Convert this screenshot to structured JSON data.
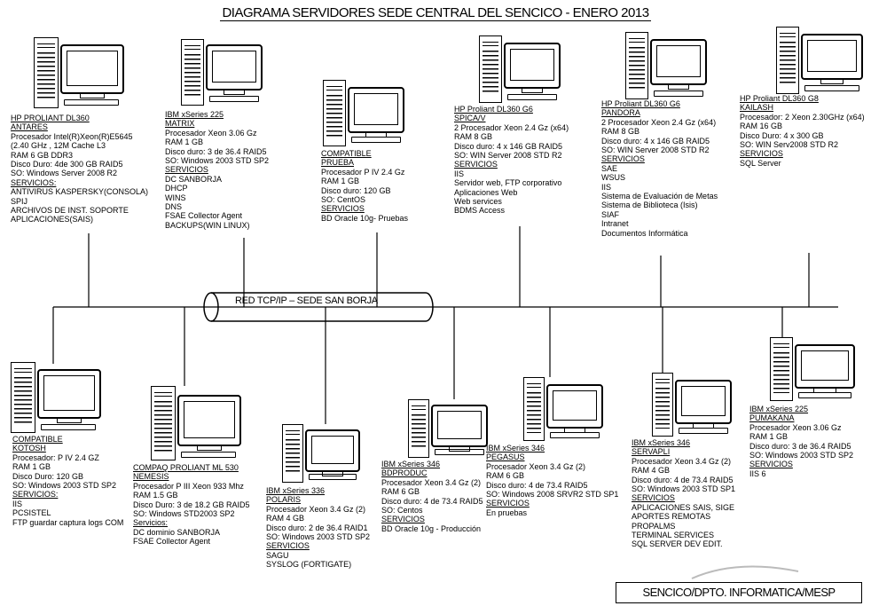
{
  "title": "DIAGRAMA SERVIDORES  SEDE CENTRAL DEL SENCICO    - ENERO 2013",
  "network_label": "RED TCP/IP – SEDE SAN BORJA",
  "footer": "SENCICO/DPTO. INFORMATICA/MESP",
  "servers": [
    {
      "id": "antares",
      "model": "HP PROLIANT DL360",
      "name": "ANTARES",
      "specs": [
        "Procesador Intel(R)Xeon(R)E5645",
        "(2.40 GHz , 12M Cache L3",
        "RAM 6 GB DDR3",
        "Disco Duro: 4de 300  GB RAID5",
        "SO: Windows Server 2008 R2"
      ],
      "services_label": "SERVICIOS:",
      "services": [
        "ANTIVIRUS KASPERSKY(CONSOLA)",
        "SPIJ",
        "ARCHIVOS DE INST. SOPORTE",
        "APLICACIONES(SAIS)"
      ]
    },
    {
      "id": "matrix",
      "model": "IBM xSeries 225",
      "name": "MATRIX",
      "specs": [
        "Procesador Xeon 3.06 Gz",
        "RAM 1 GB",
        "Disco duro: 3 de 36.4  RAID5",
        "SO: Windows 2003 STD SP2"
      ],
      "services_label": "SERVICIOS",
      "services": [
        "DC SANBORJA",
        "DHCP",
        "WINS",
        "DNS",
        "FSAE Collector Agent",
        "BACKUPS(WIN LINUX)"
      ]
    },
    {
      "id": "prueba",
      "model": "COMPATIBLE",
      "name": "PRUEBA",
      "specs": [
        "Procesador P IV 2.4 Gz",
        "RAM 1 GB",
        "Disco duro: 120 GB",
        "SO: CentOS"
      ],
      "services_label": "SERVICIOS",
      "services": [
        "BD Oracle 10g- Pruebas"
      ]
    },
    {
      "id": "spica",
      "model": "HP Proliant  DL360 G6",
      "name": "SPICA/V",
      "specs": [
        "2 Procesador Xeon 2.4 Gz (x64)",
        "RAM 8 GB",
        "Disco duro: 4 x 146 GB RAID5",
        "SO: WIN Server 2008 STD R2"
      ],
      "services_label": "SERVICIOS",
      "services": [
        "IIS",
        "Servidor web, FTP corporativo",
        "Aplicaciones Web",
        "Web services",
        "BDMS Access"
      ]
    },
    {
      "id": "pandora",
      "model": "HP Proliant  DL360 G6",
      "name": "PANDORA",
      "specs": [
        "2 Procesador Xeon 2.4 Gz (x64)",
        "RAM 8 GB",
        "Disco duro: 4 x 146 GB RAID5",
        "SO: WIN Server 2008 STD R2"
      ],
      "services_label": "SERVICIOS",
      "services": [
        "SAE",
        "WSUS",
        "IIS",
        "Sistema de Evaluación de Metas",
        "Sistema de Biblioteca (Isis)",
        "SIAF",
        "Intranet",
        "Documentos Informática"
      ]
    },
    {
      "id": "kailash",
      "model": "HP Proliant  DL360 G8",
      "name": "KAILASH",
      "specs": [
        "Procesador: 2 Xeon 2.30GHz (x64)",
        "RAM 16 GB",
        "Disco Duro: 4 x 300  GB",
        "SO: WIN Serv2008 STD R2"
      ],
      "services_label": "SERVICIOS",
      "services": [
        "SQL Server"
      ]
    },
    {
      "id": "kotosh",
      "model": "COMPATIBLE",
      "name": "KOTOSH",
      "specs": [
        "Procesador: P IV 2.4 GZ",
        "RAM 1 GB",
        "Disco Duro: 120 GB",
        "SO: Windows 2003 STD SP2"
      ],
      "services_label": "SERVICIOS:",
      "services": [
        "IIS",
        "PCSISTEL",
        "FTP guardar captura logs COM"
      ]
    },
    {
      "id": "nemesis",
      "model": "COMPAQ PROLIANT ML 530",
      "name": "NEMESIS",
      "specs": [
        "Procesador P III Xeon 933 Mhz",
        "RAM 1.5 GB",
        "Disco Duro: 3 de 18.2 GB RAID5",
        "SO: Windows STD2003 SP2"
      ],
      "services_label": "Servicios:",
      "services": [
        "DC dominio SANBORJA",
        "FSAE Collector Agent"
      ]
    },
    {
      "id": "polaris",
      "model": "IBM xSeries 336",
      "name": "POLARIS",
      "specs": [
        "Procesador Xeon 3.4 Gz (2)",
        "RAM 4 GB",
        "Disco duro: 2 de 36.4 RAID1",
        "SO: Windows 2003 STD SP2"
      ],
      "services_label": "SERVICIOS",
      "services": [
        "SAGU",
        "SYSLOG (FORTIGATE)"
      ]
    },
    {
      "id": "bdproduc",
      "model": "IBM xSeries 346",
      "name": "BDPRODUC",
      "specs": [
        "Procesador Xeon 3.4 Gz (2)",
        "RAM 6 GB",
        "Disco duro: 4 de 73.4 RAID5",
        "SO: Centos"
      ],
      "services_label": "SERVICIOS",
      "services": [
        "BD Oracle 10g - Producción"
      ]
    },
    {
      "id": "pegasus",
      "model": "IBM xSeries 346",
      "name": "PEGASUS",
      "specs": [
        "Procesador Xeon 3.4 Gz (2)",
        "RAM 6 GB",
        "Disco duro: 4 de 73.4  RAID5",
        "SO: Windows 2008 SRVR2 STD SP1"
      ],
      "services_label": "SERVICIOS",
      "services": [
        "En pruebas"
      ]
    },
    {
      "id": "servapli",
      "model": "IBM xSeries 346",
      "name": "SERVAPLI",
      "specs": [
        "Procesador Xeon 3.4 Gz (2)",
        "RAM 4 GB",
        "Disco duro: 4 de 73.4  RAID5",
        "SO: Windows 2003 STD SP1"
      ],
      "services_label": "SERVICIOS",
      "services": [
        "APLICACIONES SAIS, SIGE",
        "APORTES REMOTAS",
        "PROPALMS",
        "TERMINAL SERVICES",
        "SQL SERVER DEV EDIT."
      ]
    },
    {
      "id": "pumakana",
      "model": "IBM xSeries 225",
      "name": "PUMAKANA",
      "specs": [
        "Procesador Xeon 3.06 Gz",
        "RAM 1 GB",
        "Disco duro: 3 de 36.4  RAID5",
        "SO: Windows 2003 STD SP2"
      ],
      "services_label": "SERVICIOS",
      "services": [
        "IIS 6"
      ]
    }
  ]
}
